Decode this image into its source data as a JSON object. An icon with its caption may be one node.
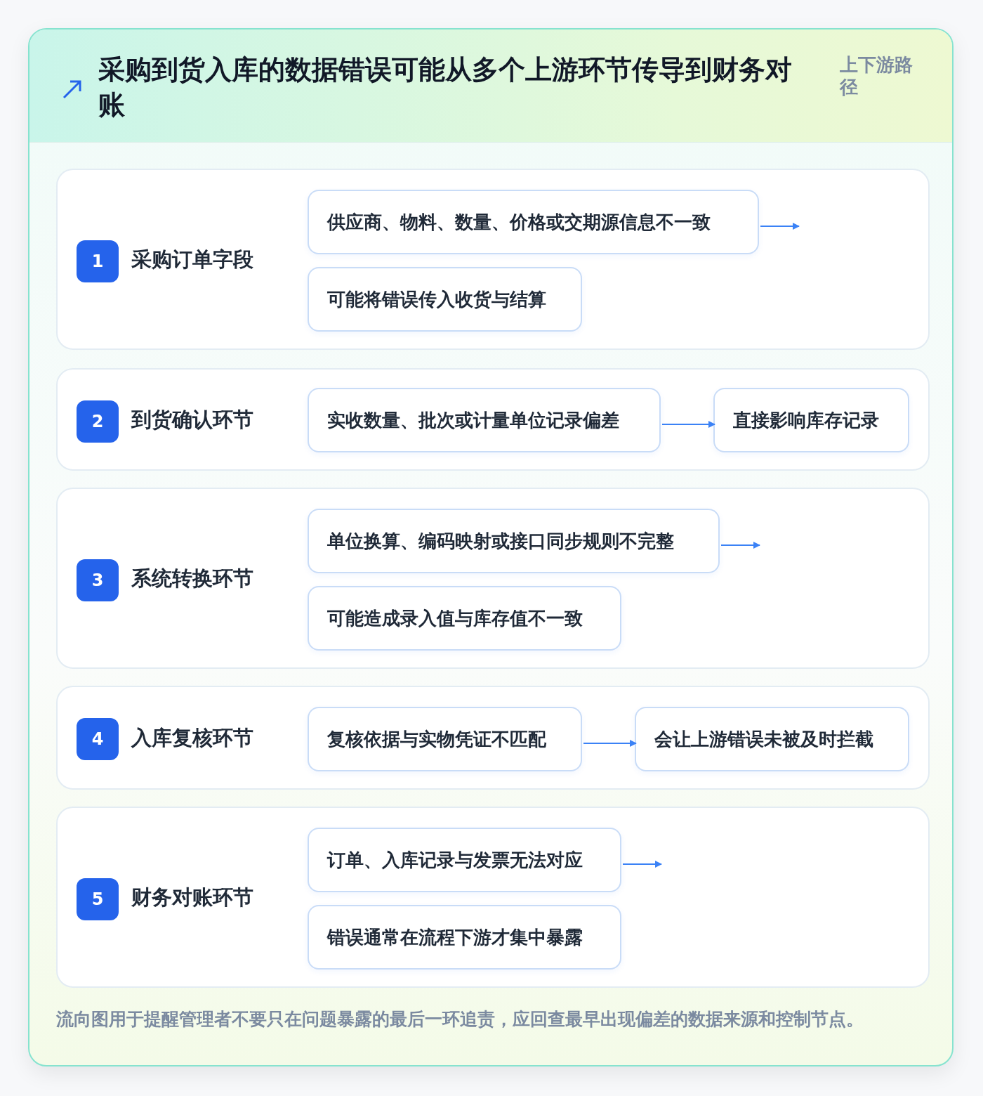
{
  "diagram": {
    "title": "采购到货入库的数据错误可能从多个上游环节传导到财务对账",
    "caption": "流向图用于提醒管理者不要只在问题暴露的最后一环追责，应回查最早出现偏差的数据来源和控制节点。",
    "nodes": [
      {
        "text": [
          "采购订单字段"
        ]
      },
      {
        "text": [
          "1"
        ],
        "in": 0
      },
      {
        "text": [
          "供应商、物料、数量、价格或交期源信息不一致"
        ],
        "in": 0
      },
      {
        "text": [
          "可能将错误传入收货与结算"
        ],
        "in": 0
      },
      {
        "text": [
          "到货确认环节"
        ]
      },
      {
        "text": [
          "2"
        ],
        "in": 4
      },
      {
        "text": [
          "实收数量、批次或计量单位记录偏差"
        ],
        "in": 4
      },
      {
        "text": [
          "直接影响库存记录"
        ],
        "in": 4
      },
      {
        "text": [
          "系统转换环节"
        ]
      },
      {
        "text": [
          "3"
        ],
        "in": 8
      },
      {
        "text": [
          "单位换算、编码映射或接口同步规则不完整"
        ],
        "in": 8
      },
      {
        "text": [
          "可能造成录入值与库存值不一致"
        ],
        "in": 8
      },
      {
        "text": [
          "入库复核环节"
        ]
      },
      {
        "text": [
          "4"
        ],
        "in": 12
      },
      {
        "text": [
          "复核依据与实物凭证不匹配"
        ],
        "in": 12
      },
      {
        "text": [
          "会让上游错误未被及时拦截"
        ],
        "in": 12
      },
      {
        "text": [
          "财务对账环节"
        ]
      },
      {
        "text": [
          "5"
        ],
        "in": 16
      },
      {
        "text": [
          "订单、入库记录与发票无法对应"
        ],
        "in": 16
      },
      {
        "text": [
          "错误通常在流程下游才集中暴露"
        ],
        "in": 16
      }
    ],
    "edges": [
      {
        "from": 2,
        "to": null,
        "arrow": "to"
      },
      {
        "from": 6,
        "to": 7,
        "arrow": "to"
      },
      {
        "from": 10,
        "to": null,
        "arrow": "to"
      },
      {
        "from": 14,
        "to": 15,
        "arrow": "to"
      },
      {
        "from": 18,
        "to": null,
        "arrow": "to"
      }
    ],
    "labels": [
      "上下游路径"
    ]
  }
}
